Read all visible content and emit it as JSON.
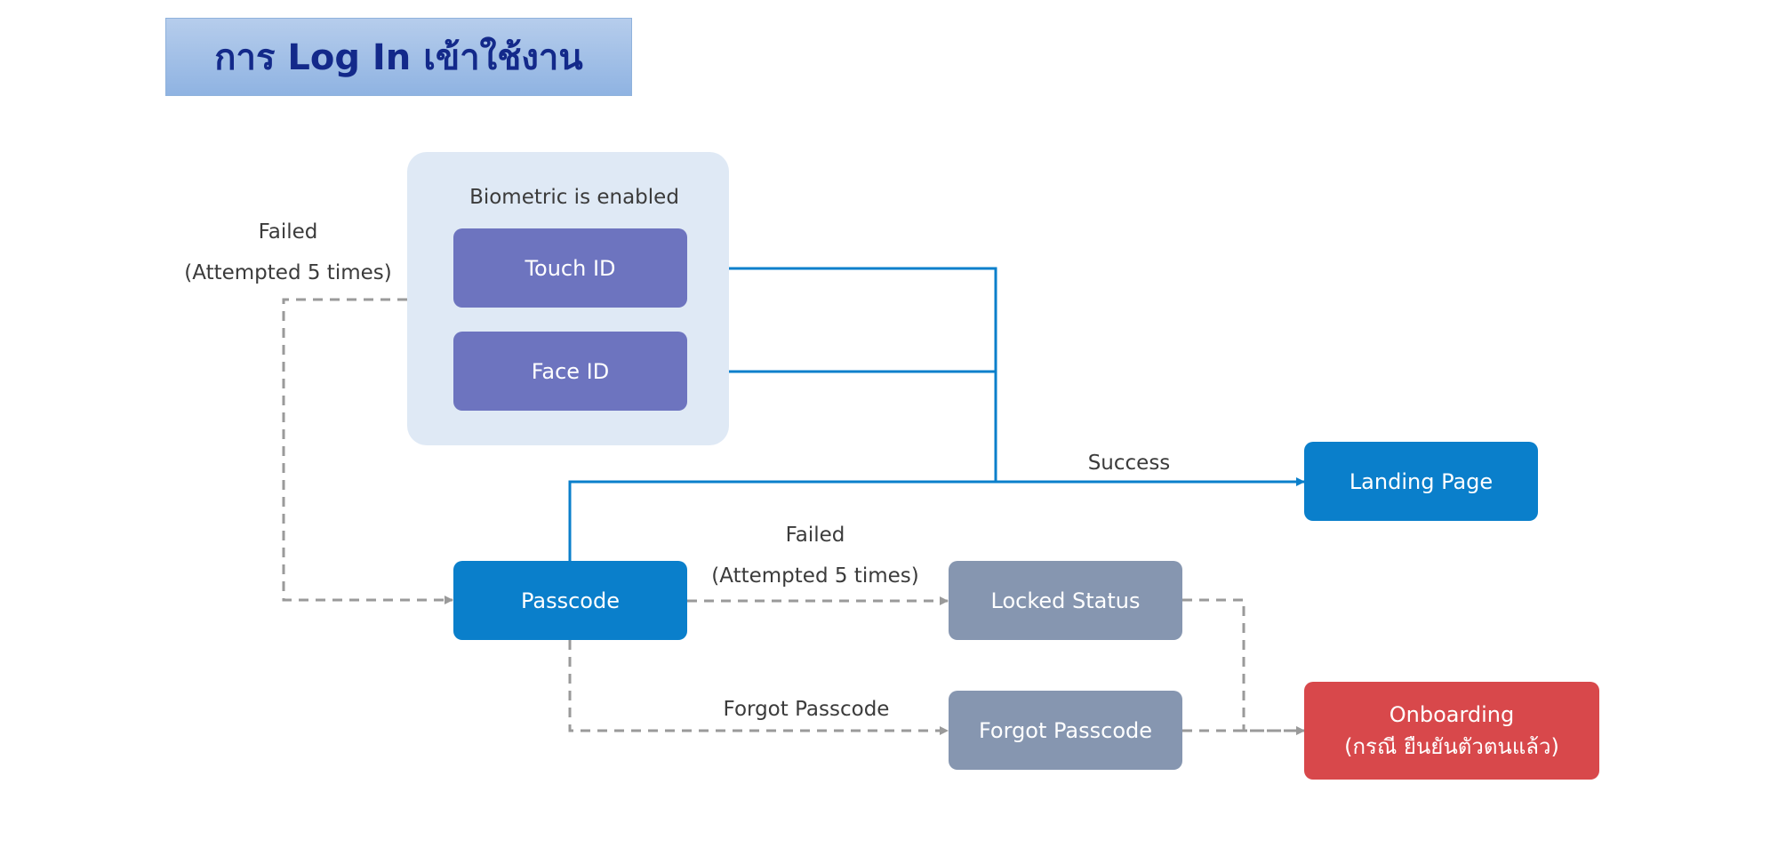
{
  "title": "การ Log In เข้าใช้งาน",
  "colors": {
    "biometric_node": "#6d74bf",
    "primary_node": "#0a7fcb",
    "status_node": "#8696b0",
    "onboarding_node": "#d8484b",
    "success_line": "#0a7fcb",
    "failure_line": "#9a9a9a",
    "group_background": "#dfe9f5"
  },
  "group": {
    "label": "Biometric is enabled"
  },
  "nodes": {
    "touch_id": "Touch ID",
    "face_id": "Face ID",
    "passcode": "Passcode",
    "landing_page": "Landing Page",
    "locked_status": "Locked Status",
    "forgot_passcode": "Forgot Passcode",
    "onboarding_line1": "Onboarding",
    "onboarding_line2": "(กรณี ยืนยันตัวตนแล้ว)"
  },
  "edge_labels": {
    "biometric_failed_line1": "Failed",
    "biometric_failed_line2": "(Attempted 5 times)",
    "success": "Success",
    "passcode_failed_line1": "Failed",
    "passcode_failed_line2": "(Attempted 5 times)",
    "forgot_passcode": "Forgot Passcode"
  }
}
